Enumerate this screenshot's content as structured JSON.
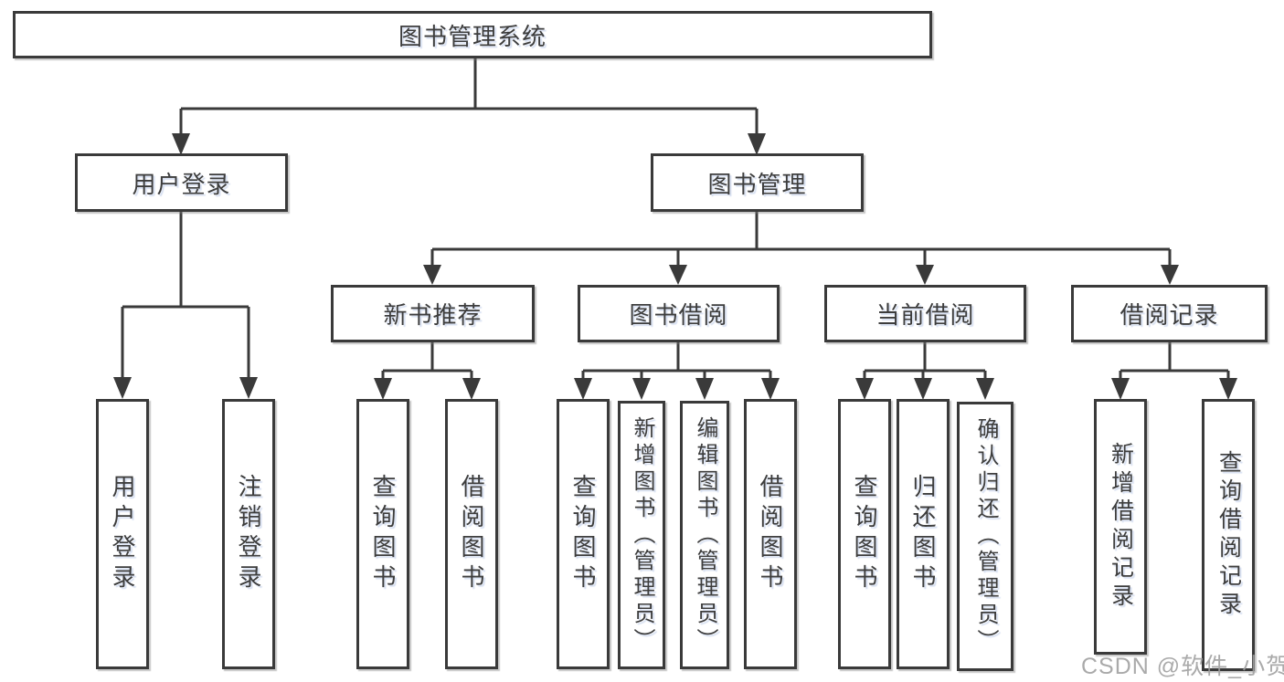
{
  "diagram": {
    "type": "tree-structure-chart",
    "colors": {
      "line": "#3a3a3a",
      "box_border": "#3a3a3a",
      "box_fill": "#ffffff",
      "text": "#3d3d3d",
      "watermark": "#9e9e9e",
      "background": "#ffffff"
    },
    "root": {
      "label": "图书管理系统"
    },
    "branches": [
      {
        "label": "用户登录",
        "children": [
          {
            "label": "用户登录"
          },
          {
            "label": "注销登录"
          }
        ]
      },
      {
        "label": "图书管理",
        "children": [
          {
            "label": "新书推荐",
            "children": [
              {
                "label": "查询图书"
              },
              {
                "label": "借阅图书"
              }
            ]
          },
          {
            "label": "图书借阅",
            "children": [
              {
                "label": "查询图书"
              },
              {
                "label": "新增图书（管理员）"
              },
              {
                "label": "编辑图书（管理员）"
              },
              {
                "label": "借阅图书"
              }
            ]
          },
          {
            "label": "当前借阅",
            "children": [
              {
                "label": "查询图书"
              },
              {
                "label": "归还图书"
              },
              {
                "label": "确认归还（管理员）"
              }
            ]
          },
          {
            "label": "借阅记录",
            "children": [
              {
                "label": "新增借阅记录"
              },
              {
                "label": "查询借阅记录"
              }
            ]
          }
        ]
      }
    ],
    "watermark": {
      "text": "CSDN @软件_小贺同学"
    }
  }
}
